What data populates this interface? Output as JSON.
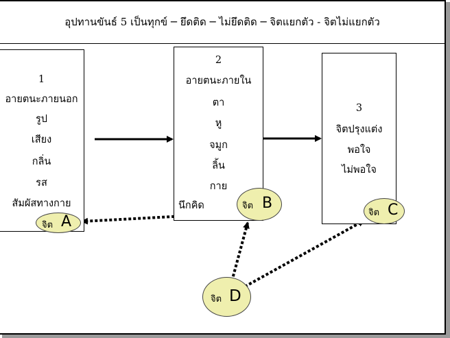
{
  "title": "อุปทานขันธ์ 5 เป็นทุกข์ ─ ยึดติด ─ ไม่ยึดติด ─ จิตแยกตัว - จิตไม่แยกตัว",
  "boxes": [
    {
      "number": "1",
      "lines": [
        "อายตนะภายนอก",
        "รูป",
        "เสียง",
        "กลิ่น",
        "รส",
        "สัมผัสทางกาย"
      ]
    },
    {
      "number": "2",
      "lines": [
        "อายตนะภายใน",
        "ตา",
        "หู",
        "จมูก",
        "ลิ้น",
        "กาย",
        "นึกคิด"
      ]
    },
    {
      "number": "3",
      "lines": [
        "จิตปรุงแต่ง",
        "พอใจ",
        "ไม่พอใจ"
      ]
    }
  ],
  "bubbles": [
    {
      "id": "A",
      "thai": "จิต",
      "letter": "A"
    },
    {
      "id": "B",
      "thai": "จิต",
      "letter": "B"
    },
    {
      "id": "C",
      "thai": "จิต",
      "letter": "C"
    },
    {
      "id": "D",
      "thai": "จิต",
      "letter": "D"
    }
  ],
  "colors": {
    "bubble_fill": "#efefae",
    "line": "#000000"
  }
}
